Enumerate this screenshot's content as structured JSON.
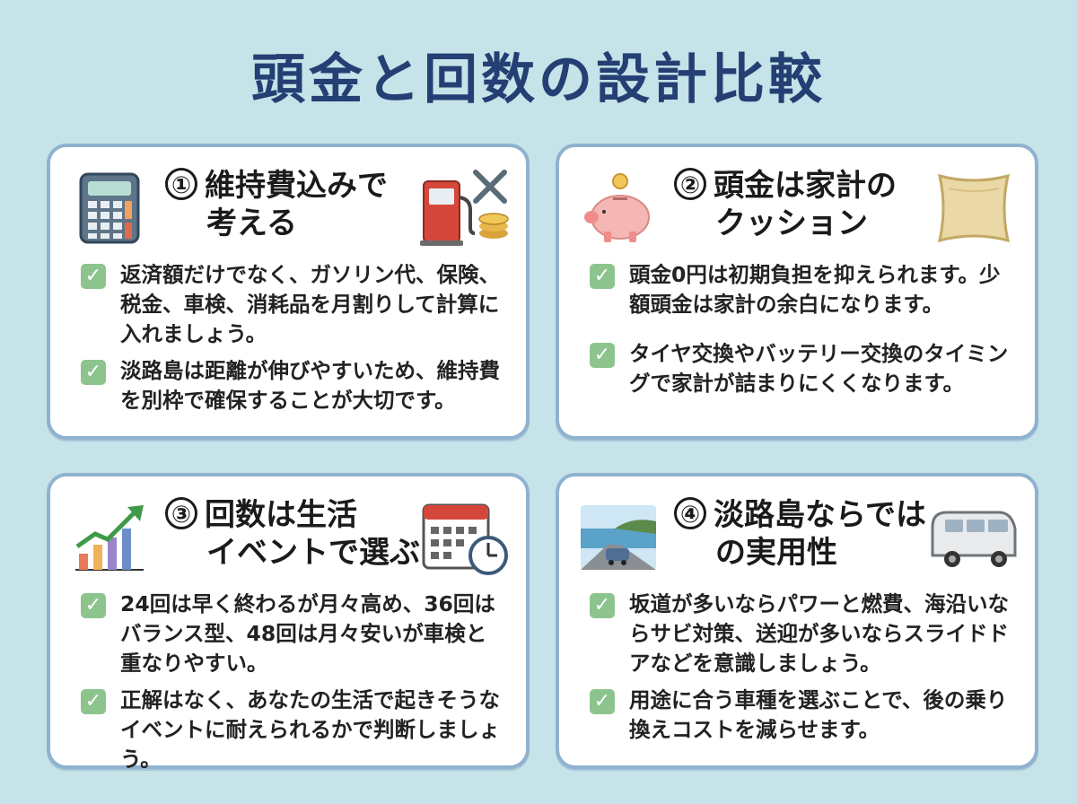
{
  "title": "頭金と回数の設計比較",
  "colors": {
    "background": "#c5e3e8",
    "title": "#243f73",
    "card_border": "#8fb2cf",
    "check": "#8dc48e"
  },
  "cards": [
    {
      "number": "①",
      "heading_line1": "維持費込みで",
      "heading_line2": "考える",
      "left_icon": "calculator-icon",
      "right_icon": "gas-pump-tools-coins-icon",
      "items": [
        "返済額だけでなく、ガソリン代、保険、税金、車検、消耗品を月割りして計算に入れましょう。",
        "淡路島は距離が伸びやすいため、維持費を別枠で確保することが大切です。"
      ]
    },
    {
      "number": "②",
      "heading_line1": "頭金は家計の",
      "heading_line2": "クッション",
      "left_icon": "piggy-bank-icon",
      "right_icon": "cushion-icon",
      "items": [
        "頭金0円は初期負担を抑えられます。少額頭金は家計の余白になります。",
        "タイヤ交換やバッテリー交換のタイミングで家計が詰まりにくくなります。"
      ]
    },
    {
      "number": "③",
      "heading_line1": "回数は生活",
      "heading_line2": "イベントで選ぶ",
      "left_icon": "growth-chart-icon",
      "right_icon": "calendar-clock-icon",
      "items": [
        "24回は早く終わるが月々高め、36回はバランス型、48回は月々安いが車検と重なりやすい。",
        "正解はなく、あなたの生活で起きそうなイベントに耐えられるかで判断しましょう。"
      ]
    },
    {
      "number": "④",
      "heading_line1": "淡路島ならでは",
      "heading_line2": "の実用性",
      "left_icon": "coastal-road-car-icon",
      "right_icon": "van-icon",
      "items": [
        "坂道が多いならパワーと燃費、海沿いならサビ対策、送迎が多いならスライドドアなどを意識しましょう。",
        "用途に合う車種を選ぶことで、後の乗り換えコストを減らせます。"
      ]
    }
  ]
}
